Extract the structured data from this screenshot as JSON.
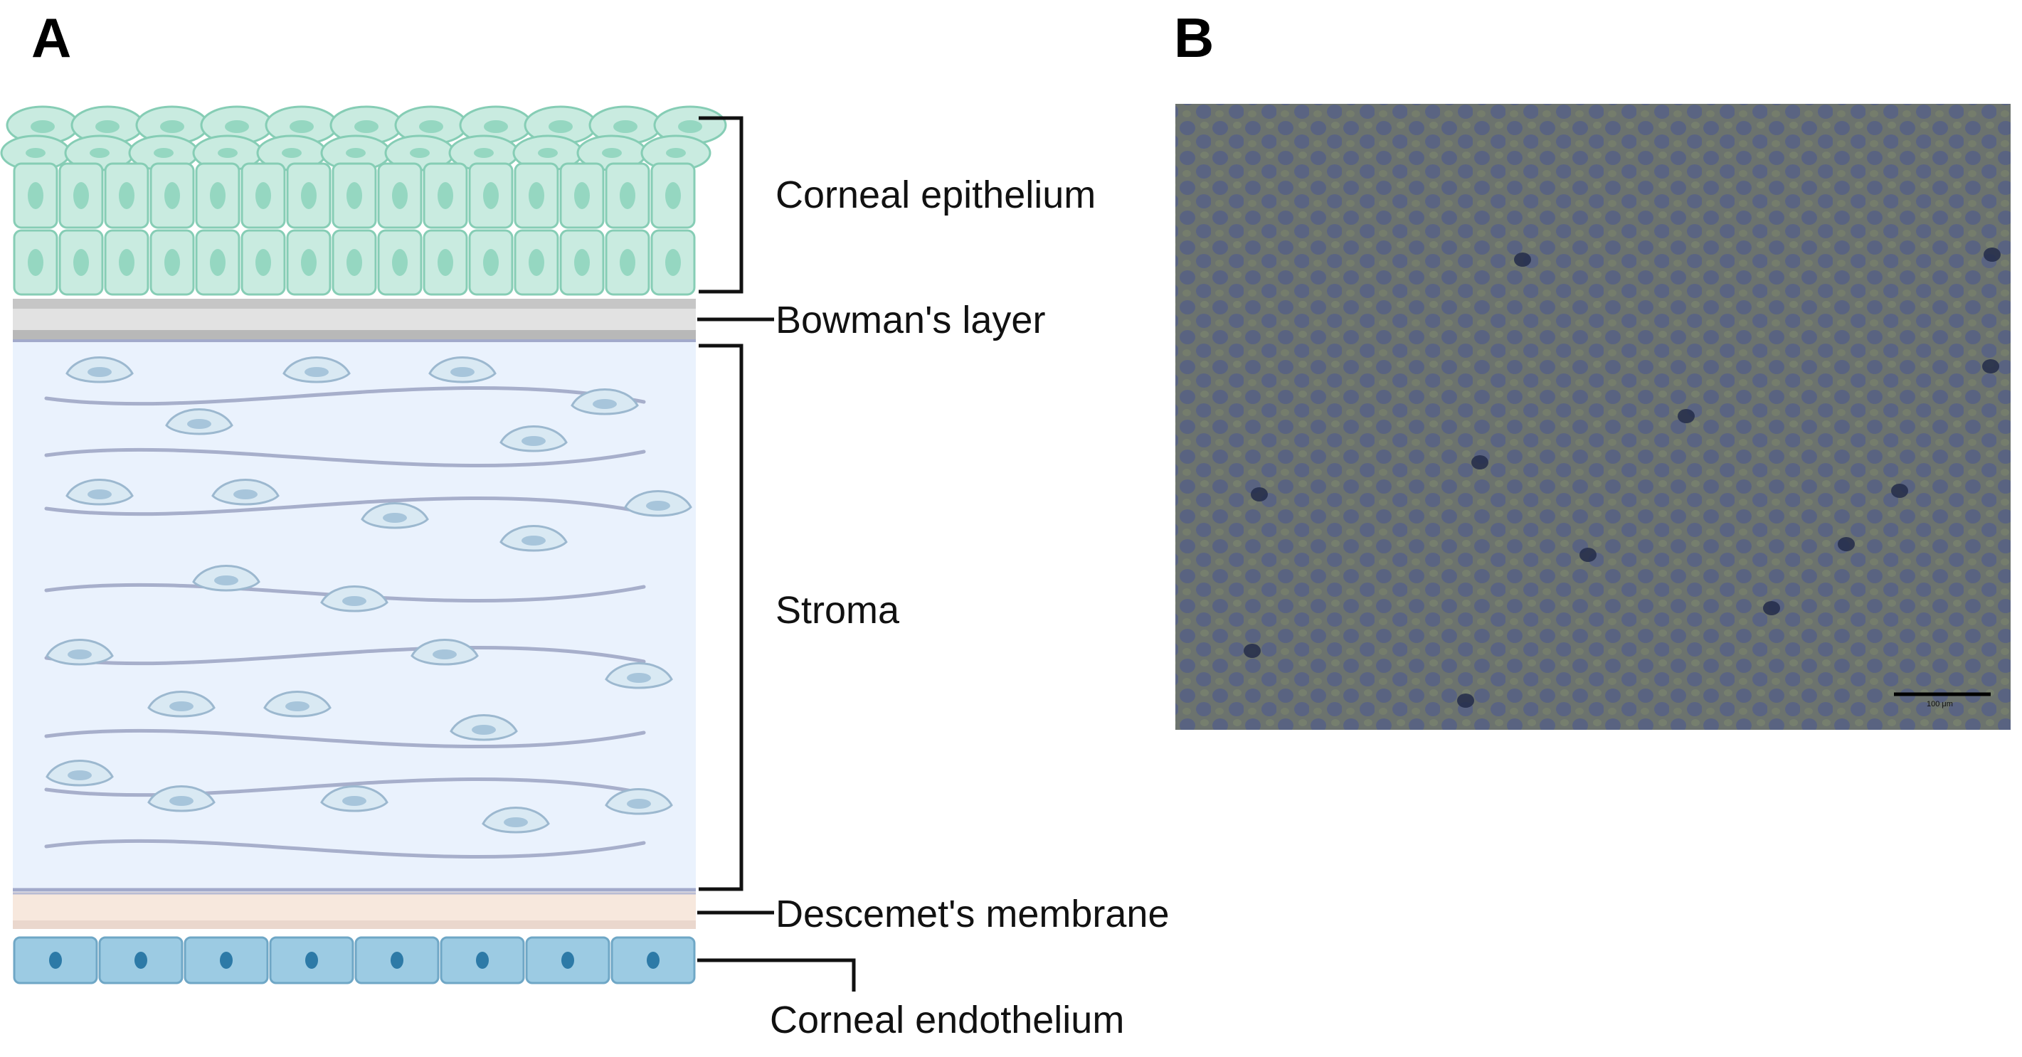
{
  "panels": {
    "a": {
      "letter": "A"
    },
    "b": {
      "letter": "B"
    }
  },
  "diagram": {
    "labels": {
      "epithelium": "Corneal epithelium",
      "bowman": "Bowman's layer",
      "stroma": "Stroma",
      "descemet": "Descemet's membrane",
      "endothelium": "Corneal endothelium"
    },
    "colors": {
      "epithelium_fill": "#c9ebe0",
      "epithelium_stroke": "#86cdb5",
      "epithelium_nucleus": "#95d7c1",
      "bowman": "#bdbdbd",
      "stroma_bg": "#eaf2fd",
      "stroma_fiber": "#a7afcb",
      "keratocyte_fill": "#d9e9f3",
      "keratocyte_stroke": "#9cb8cf",
      "keratocyte_nucleus": "#a7c5db",
      "descemet": "#f6e6da",
      "endothelium_fill": "#9ccbe3",
      "endothelium_nucleus": "#2d7aa7",
      "bracket": "#111111"
    }
  },
  "micrograph": {
    "scale_bar_label": "100 μm",
    "colors": {
      "background": "#6e7478",
      "cell": "#56607e",
      "border": "#8b9467"
    }
  }
}
